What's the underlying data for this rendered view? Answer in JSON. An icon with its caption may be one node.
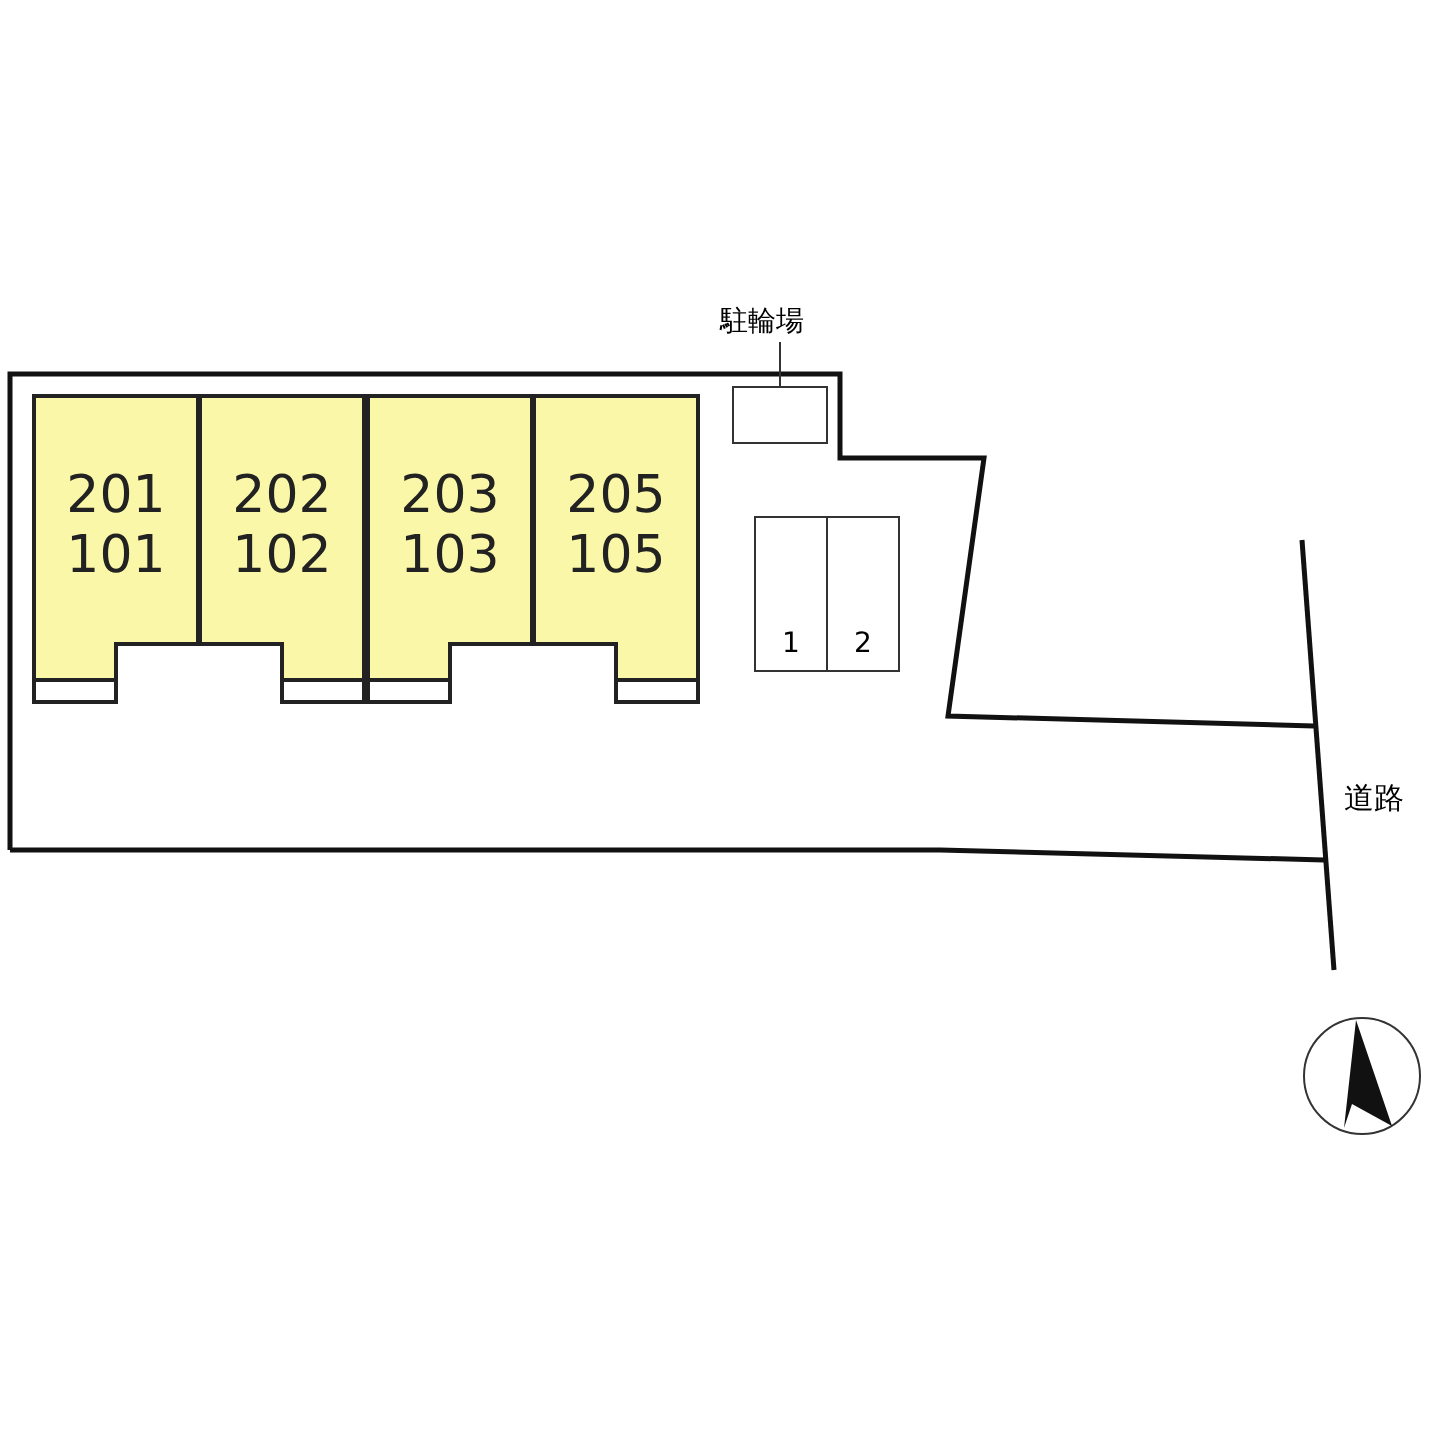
{
  "diagram": {
    "nodes": [
      {
        "text": [
          "201",
          "101"
        ]
      },
      {
        "text": [
          "202",
          "102"
        ]
      },
      {
        "text": [
          "203",
          "103"
        ]
      },
      {
        "text": [
          "205",
          "105"
        ]
      },
      {
        "text": [
          "1"
        ]
      },
      {
        "text": [
          "2"
        ]
      },
      {
        "text": [
          "駐輪場"
        ]
      },
      {
        "text": [],
        "shape": "box"
      }
    ],
    "edges": [
      {
        "from": 6,
        "to": 7,
        "arrow": "none"
      }
    ],
    "labels": [
      "道路"
    ]
  }
}
